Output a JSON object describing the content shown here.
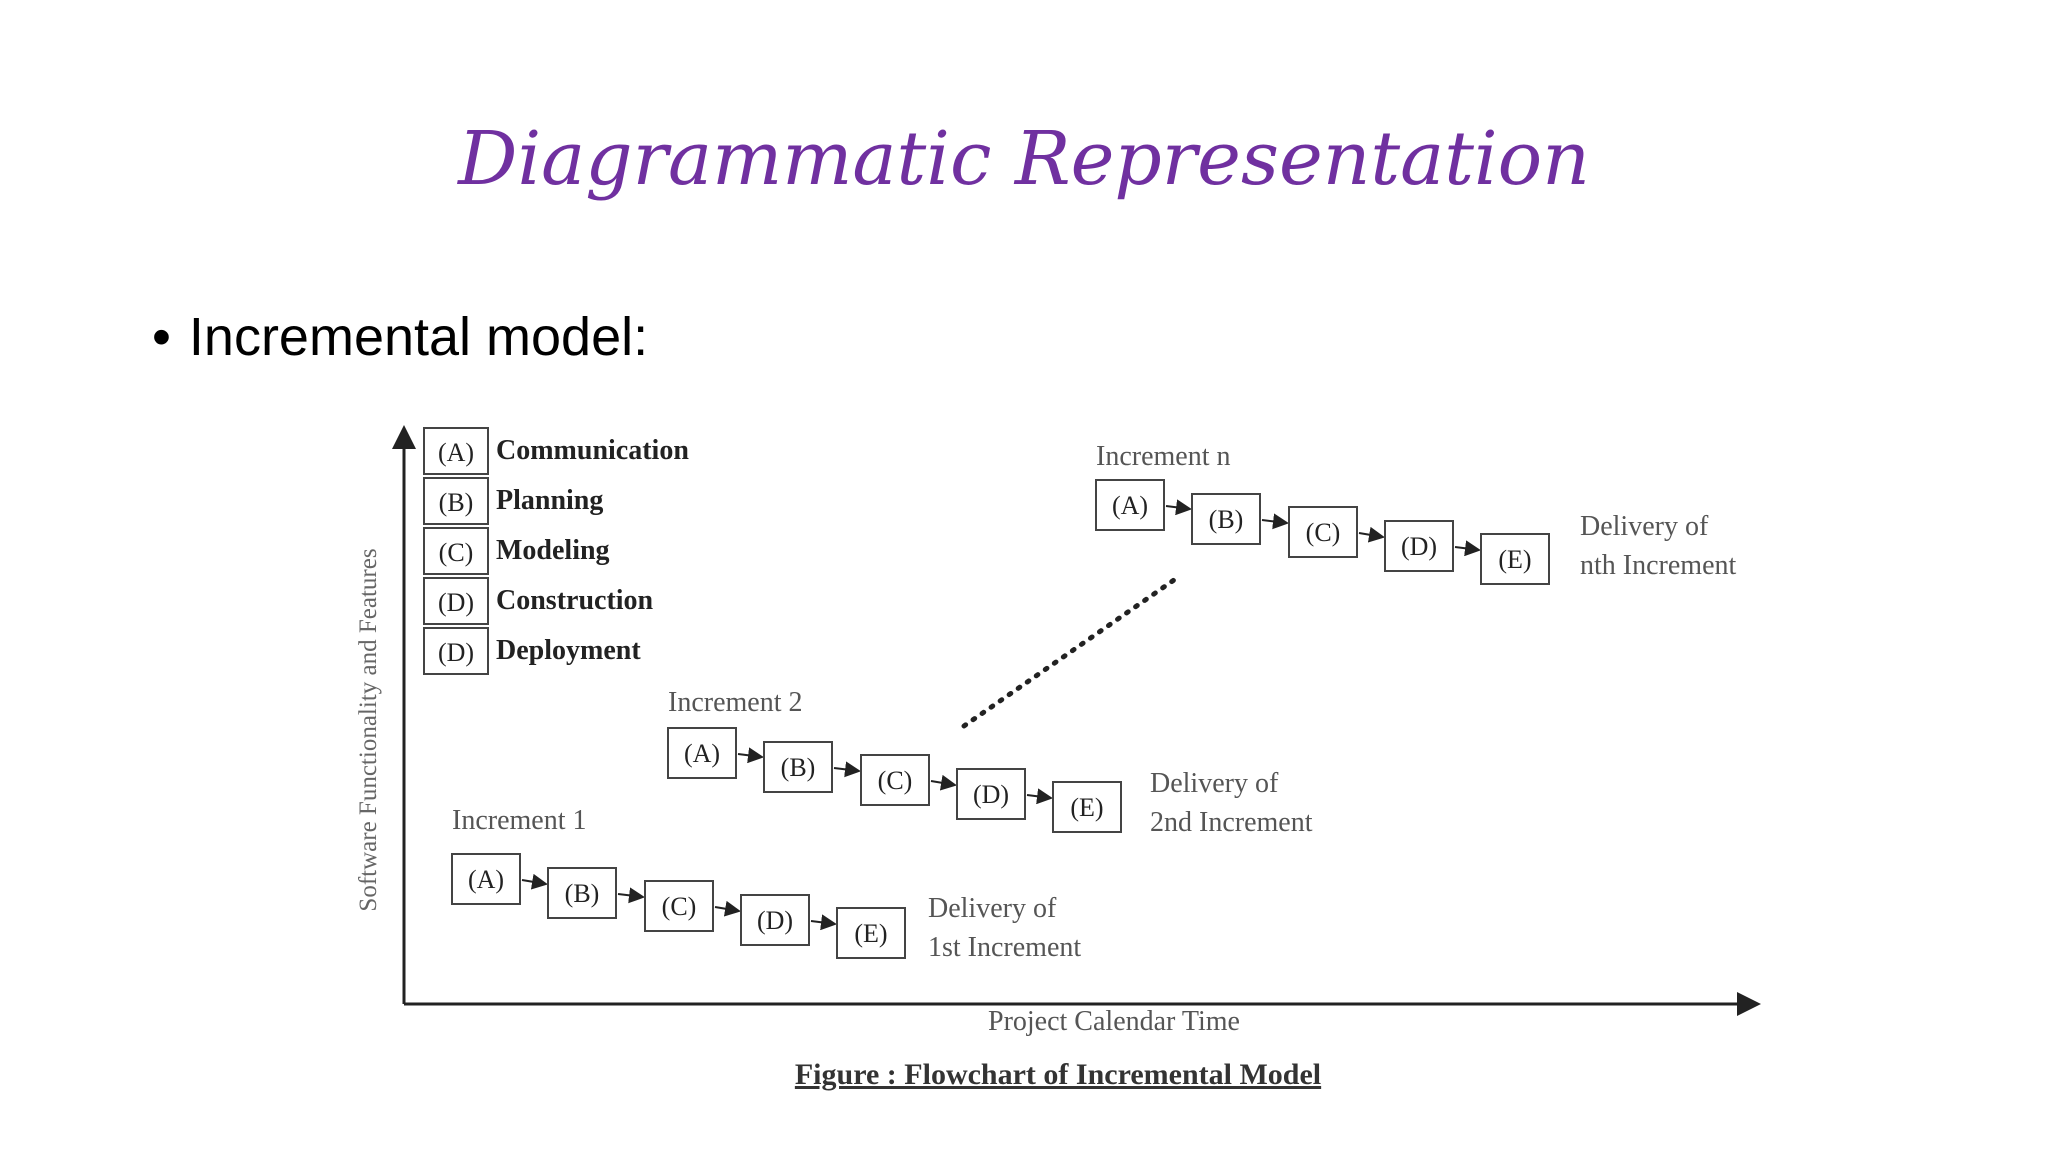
{
  "slide": {
    "title": "Diagrammatic Representation",
    "bullet_symbol": "•",
    "bullet_text": "Incremental model:"
  },
  "diagram": {
    "legend": [
      {
        "code": "(A)",
        "label": "Communication"
      },
      {
        "code": "(B)",
        "label": "Planning"
      },
      {
        "code": "(C)",
        "label": "Modeling"
      },
      {
        "code": "(D)",
        "label": "Construction"
      },
      {
        "code": "(D)",
        "label": "Deployment"
      }
    ],
    "y_axis_label": "Software Functionality and Features",
    "x_axis_label": "Project Calendar Time",
    "caption": "Figure : Flowchart of Incremental Model",
    "stage_codes": [
      "(A)",
      "(B)",
      "(C)",
      "(D)",
      "(E)"
    ],
    "increments": [
      {
        "name": "Increment 1",
        "delivery_line1": "Delivery of",
        "delivery_line2": "1st Increment"
      },
      {
        "name": "Increment 2",
        "delivery_line1": "Delivery of",
        "delivery_line2": "2nd Increment"
      },
      {
        "name": "Increment n",
        "delivery_line1": "Delivery of",
        "delivery_line2": "nth Increment"
      }
    ],
    "colors": {
      "title": "#7030a0",
      "lines": "#222222",
      "text_muted": "#555555"
    }
  }
}
